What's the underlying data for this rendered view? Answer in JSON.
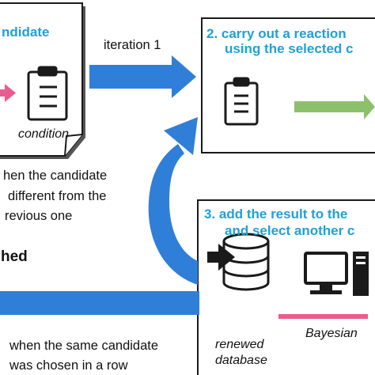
{
  "step1": {
    "title": "ndidate",
    "doc_caption": "condition"
  },
  "step2": {
    "title_line1": "2. carry out a reaction",
    "title_line2": "using the selected c"
  },
  "step3": {
    "title_line1": "3. add the result to the",
    "title_line2": "and select another c",
    "database_caption_line1": "renewed",
    "database_caption_line2": "database",
    "model_caption": "Bayesian"
  },
  "arrows": {
    "iteration_label": "iteration 1"
  },
  "loop_text": {
    "different_line1": "hen the candidate",
    "different_line2": "different from the",
    "different_line3": "revious one",
    "finished": "hed",
    "same_line1": "when the same candidate",
    "same_line2": "was chosen in a row"
  },
  "colors": {
    "arrow_blue": "#2f7fd9",
    "title_blue": "#1fa0d8",
    "pink": "#ea5c8f",
    "green": "#8cc06a",
    "dark": "#1a1a1a"
  }
}
